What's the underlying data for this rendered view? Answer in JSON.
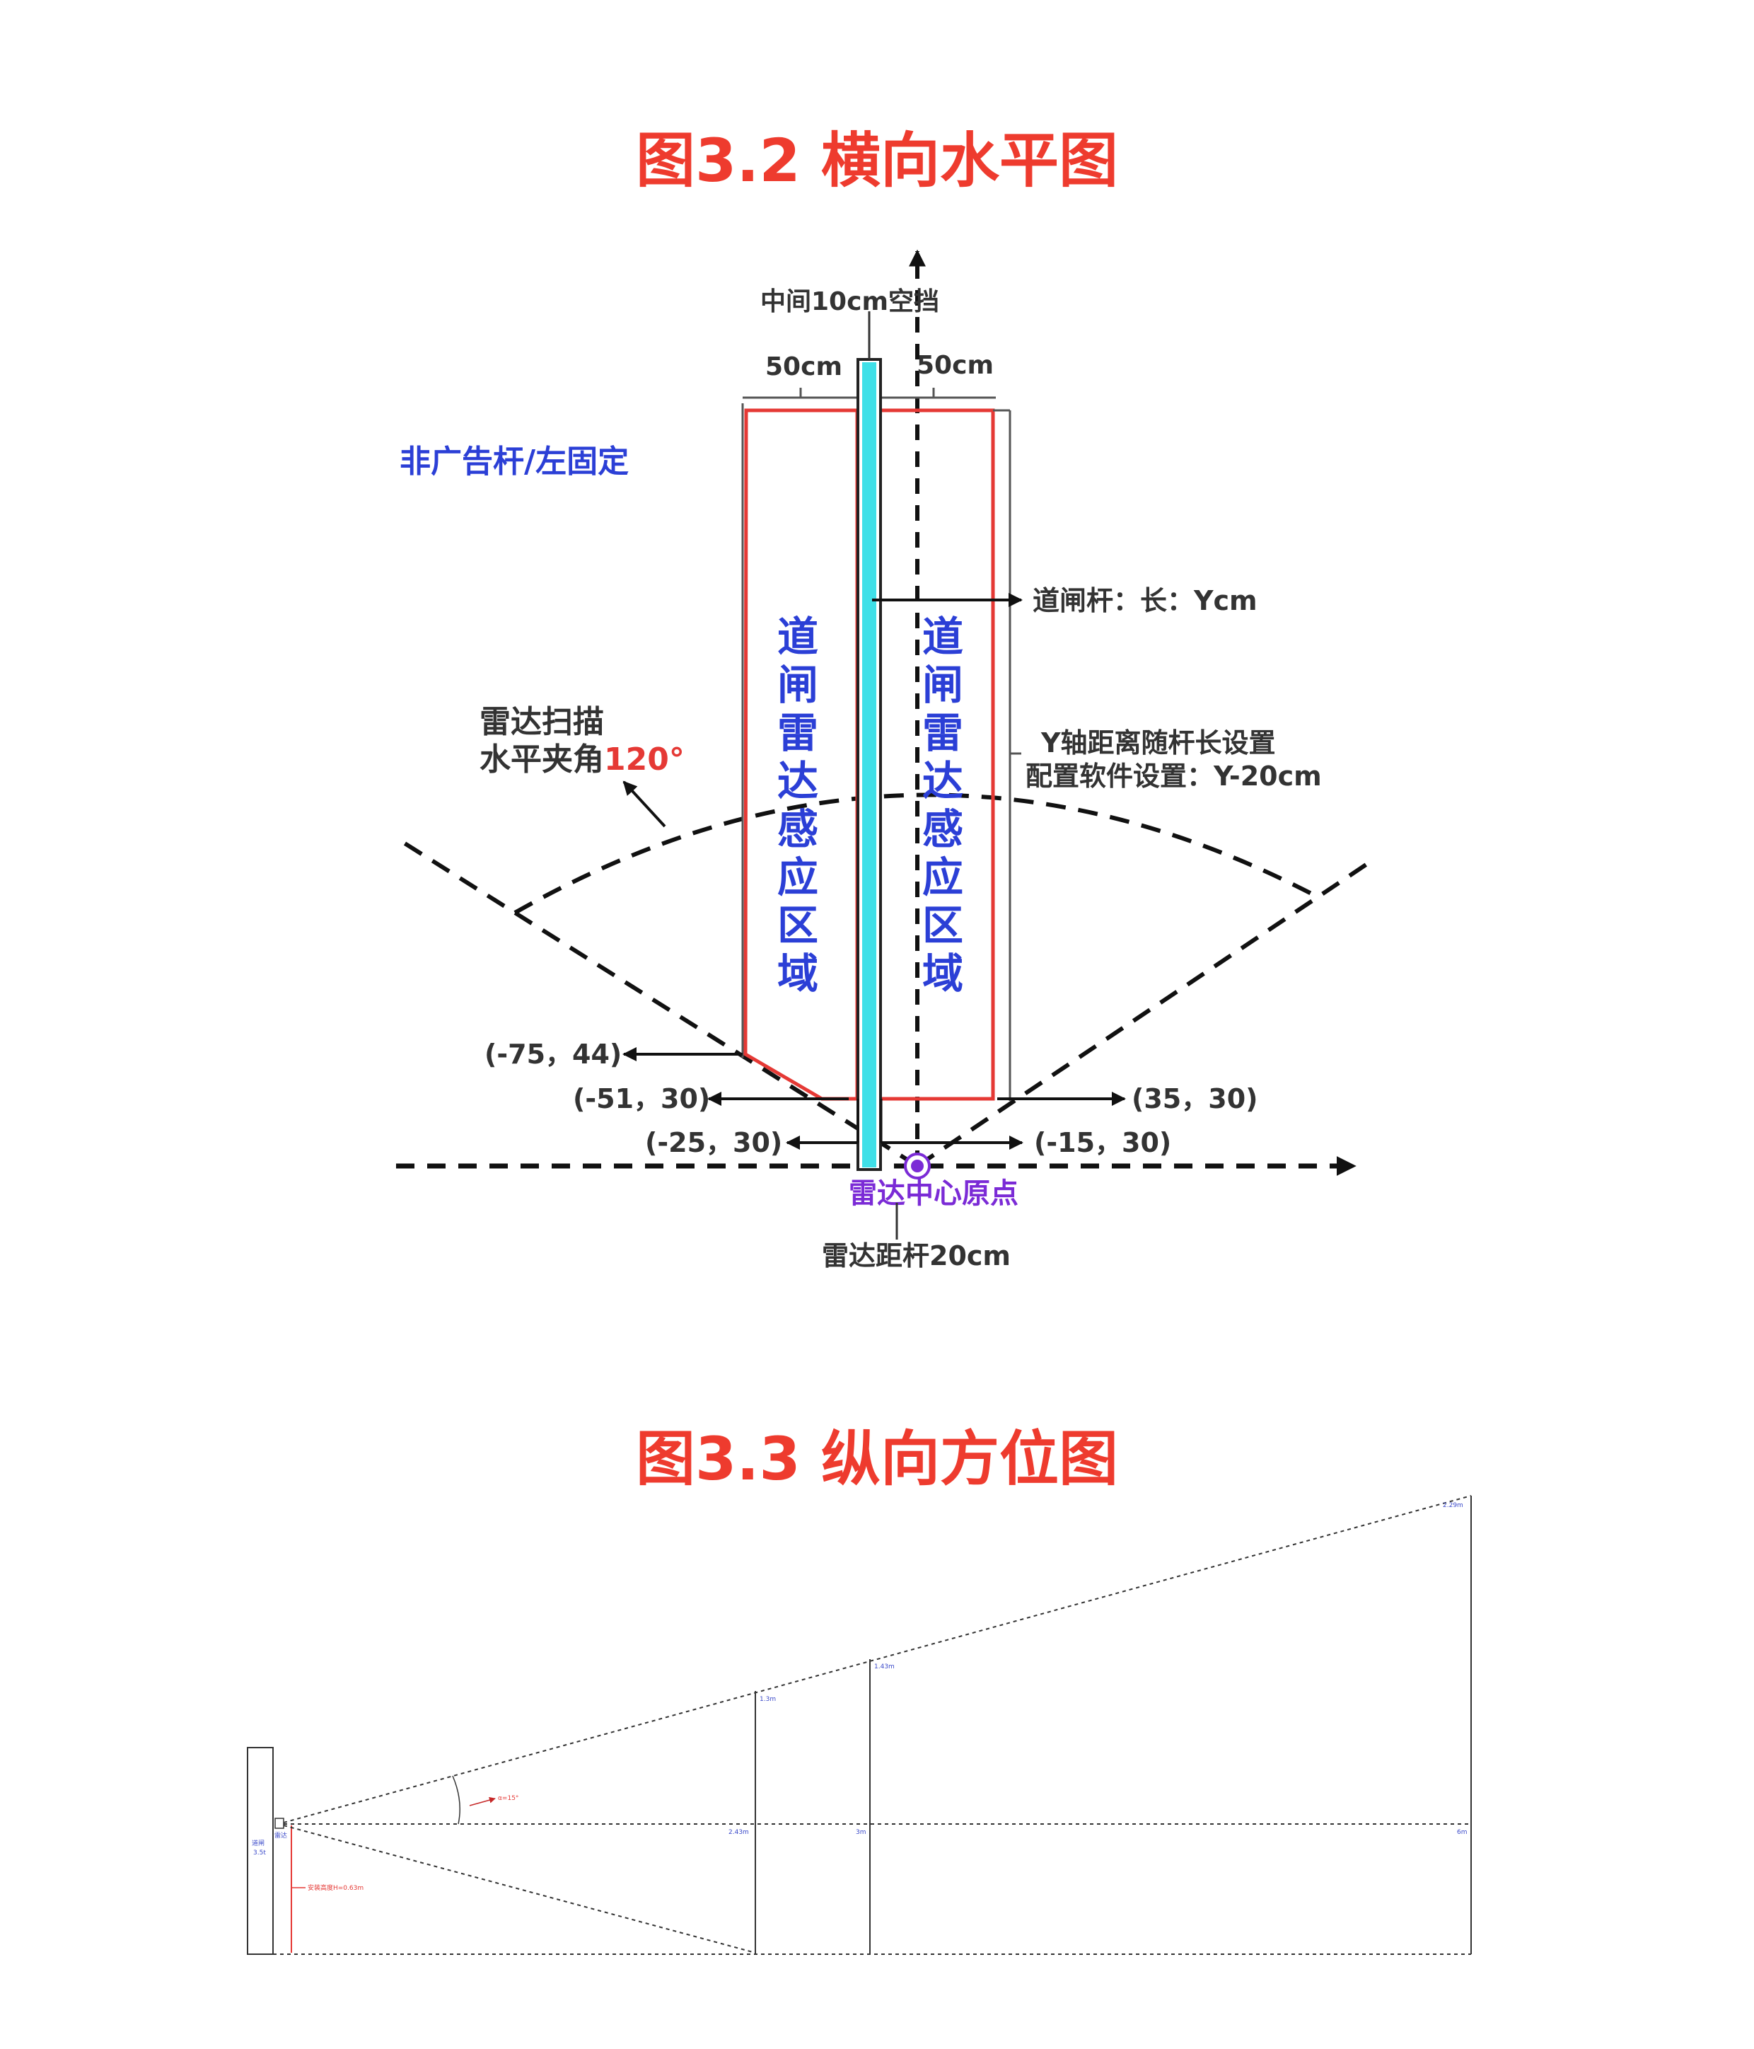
{
  "titles": {
    "fig32": "图3.2 横向水平图",
    "fig33": "图3.3 纵向方位图"
  },
  "fig32": {
    "gap_label": "中间10cm空挡",
    "width_left": "50cm",
    "width_right": "50cm",
    "mount_label": "非广告杆/左固定",
    "pole_length": "道闸杆：长：Ycm",
    "scan_label_1": "雷达扫描",
    "scan_label_2": "水平夹角",
    "scan_angle": "120°",
    "y_setting_1": "Y轴距离随杆长设置",
    "y_setting_2": "配置软件设置：Y-20cm",
    "zone_chars": [
      "道",
      "闸",
      "雷",
      "达",
      "感",
      "应",
      "区",
      "域"
    ],
    "coord_1": "(-75，44)",
    "coord_2": "(-51，30)",
    "coord_3": "(-25，30)",
    "coord_4": "(35，30)",
    "coord_5": "(-15，30)",
    "origin_label": "雷达中心原点",
    "offset_label": "雷达距杆20cm",
    "colors": {
      "title": "#ee3b2e",
      "zone_text": "#2b3fd6",
      "zone_border": "#e53935",
      "gap_bar": "#3fe0e8",
      "origin": "#7b2bd6"
    }
  },
  "fig33": {
    "angle_label": "α=15°",
    "d1_label": "2.43m",
    "d2_label": "3m",
    "d3_label": "6m",
    "h1_label": "1.3m",
    "h2_label": "1.43m",
    "h3_label": "2.29m",
    "radar_label": "雷达",
    "pole_label_1": "道闸",
    "pole_label_2": "3.5t",
    "install_label": "安装高度H=0.63m"
  }
}
